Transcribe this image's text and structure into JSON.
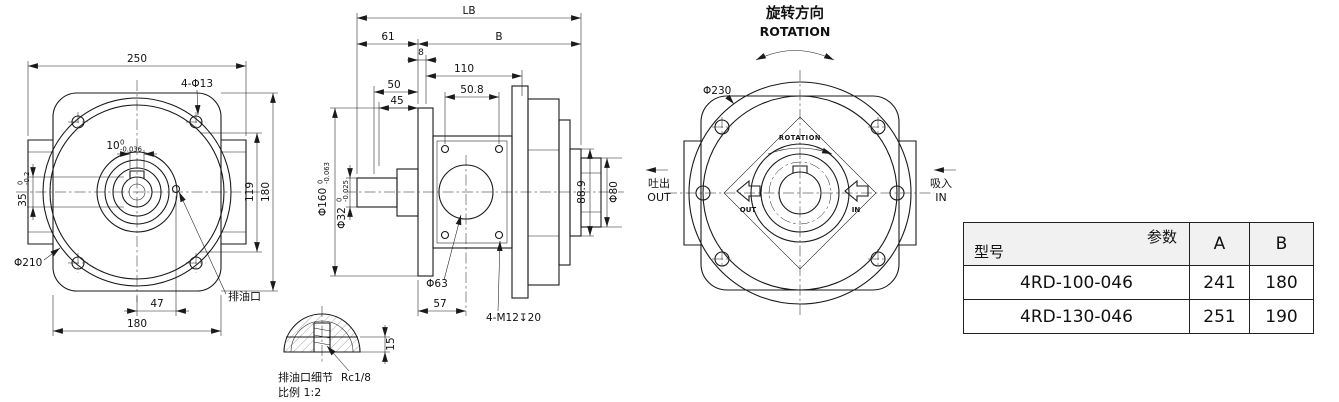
{
  "front_view": {
    "dim_width": "250",
    "holes": "4-Φ13",
    "keyway_w": "10",
    "keyway_tol_hi": "0",
    "keyway_tol_lo": "-0.036",
    "shaft_flat": "35",
    "shaft_tol_hi": "0",
    "shaft_tol_lo": "-0.2",
    "dim_bolt_v": "119",
    "dim_height": "180",
    "dia_outer": "Φ210",
    "dim_drain_x": "47",
    "dim_width_b": "180",
    "drain_label": "排油口"
  },
  "side_view": {
    "dim_lb": "LB",
    "dim_61": "61",
    "dim_b": "B",
    "dim_8": "8",
    "dim_110": "110",
    "dim_50": "50",
    "dim_45": "45",
    "dim_50_8": "50.8",
    "dia_160": "Φ160",
    "dia_160_tol_hi": "0",
    "dia_160_tol_lo": "-0.063",
    "dia_32": "Φ32",
    "dia_32_tol_hi": "0",
    "dia_32_tol_lo": "-0.025",
    "dim_88_9": "88.9",
    "dia_80": "Φ80",
    "dia_63": "Φ63",
    "dim_57": "57",
    "thread_holes": "4-M12↧20"
  },
  "detail_view": {
    "dim_15": "15",
    "thread": "Rc1/8",
    "title": "排油口细节",
    "scale": "比例 1:2"
  },
  "rear_view": {
    "title_cn": "旋转方向",
    "title_en": "ROTATION",
    "dia_230": "Φ230",
    "out_cn": "吐出",
    "out_en": "OUT",
    "in_cn": "吸入",
    "in_en": "IN",
    "rotation_label": "ROTATION",
    "out_small": "OUT",
    "in_small": "IN"
  },
  "table": {
    "header_param": "参数",
    "header_model": "型号",
    "col_a": "A",
    "col_b": "B",
    "rows": [
      {
        "model": "4RD-100-046",
        "a": "241",
        "b": "180"
      },
      {
        "model": "4RD-130-046",
        "a": "251",
        "b": "190"
      }
    ]
  },
  "colors": {
    "line": "#1a1a1a",
    "background": "#ffffff"
  }
}
